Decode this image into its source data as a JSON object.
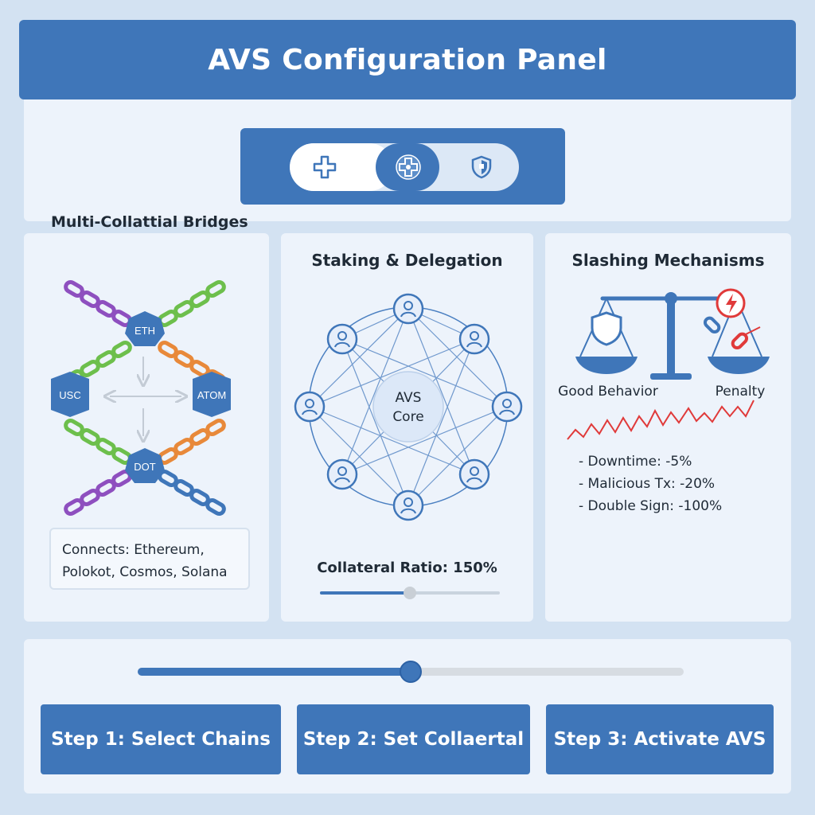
{
  "header": {
    "title": "AVS Configuration Panel"
  },
  "toolbar": {
    "buttons": [
      {
        "icon": "plus-cross-icon"
      },
      {
        "icon": "network-cross-icon"
      },
      {
        "icon": "shield-icon"
      }
    ]
  },
  "bridges": {
    "section_label": "Multi-Collattial Bridges",
    "nodes": [
      "ETH",
      "USC",
      "ATOM",
      "DOT"
    ],
    "connects_line1": "Connects: Ethereum,",
    "connects_line2": "Polokot, Cosmos, Solana"
  },
  "staking": {
    "title": "Staking & Delegation",
    "core_line1": "AVS",
    "core_line2": "Core",
    "collateral_label": "Collateral Ratio: 150%",
    "collateral_slider_fraction": 0.5
  },
  "slashing": {
    "title": "Slashing Mechanisms",
    "good_label": "Good Behavior",
    "penalty_label": "Penalty",
    "penalties": [
      "- Downtime: -5%",
      "- Malicious Tx: -20%",
      "- Double Sign: -100%"
    ]
  },
  "progress": {
    "fraction": 0.5
  },
  "steps": [
    "Step 1: Select Chains",
    "Step 2: Set Collaertal",
    "Step 3: Activate AVS"
  ],
  "colors": {
    "primary": "#3f76b9",
    "background": "#d3e2f2",
    "panel": "#edf3fb",
    "purple_chain": "#8e4fbf",
    "green_chain": "#6dbf4c",
    "orange_chain": "#e8893a",
    "blue_chain": "#3f76b9",
    "penalty_red": "#e03a3a"
  }
}
